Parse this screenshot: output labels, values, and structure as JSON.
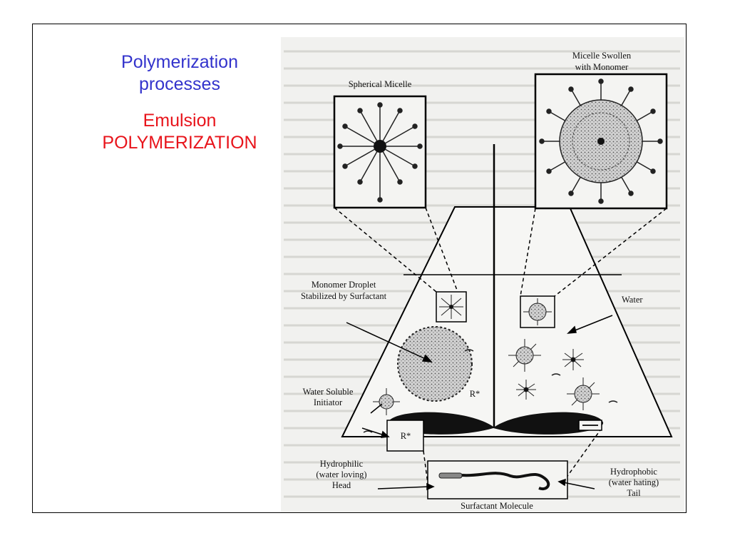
{
  "slide": {
    "title_line1": "Polymerization",
    "title_line2": "processes",
    "subtitle_line1": "Emulsion",
    "subtitle_line2": "POLYMERIZATION",
    "title_color": "#3333cc",
    "subtitle_color": "#e8141b"
  },
  "diagram": {
    "labels": {
      "spherical_micelle": "Spherical Micelle",
      "swollen_line1": "Micelle Swollen",
      "swollen_line2": "with Monomer",
      "droplet_line1": "Monomer Droplet",
      "droplet_line2": "Stabilized by Surfactant",
      "water": "Water",
      "initiator_line1": "Water Soluble",
      "initiator_line2": "Initiator",
      "radical_flask": "R*",
      "radical_box": "R*",
      "hydrophilic_line1": "Hydrophilic",
      "hydrophilic_line2": "(water loving)",
      "hydrophilic_line3": "Head",
      "hydrophobic_line1": "Hydrophobic",
      "hydrophobic_line2": "(water hating)",
      "hydrophobic_line3": "Tail",
      "surfactant_molecule": "Surfactant Molecule"
    }
  }
}
